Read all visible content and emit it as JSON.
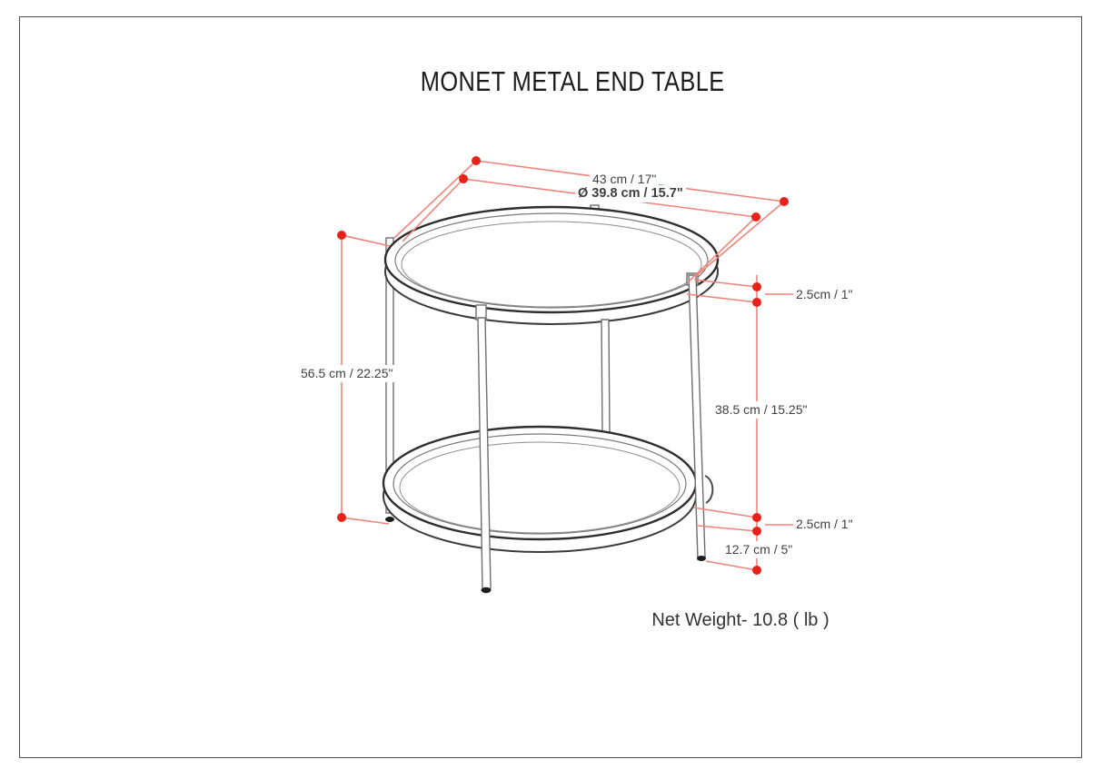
{
  "title": "MONET METAL END TABLE",
  "product": {
    "name": "Monet Metal End Table",
    "net_weight_label": "Net Weight- 10.8 ( lb )"
  },
  "dimensions": {
    "top_width": {
      "label": "43 cm / 17\"",
      "meaning": "overall top width"
    },
    "top_diameter": {
      "label": "Ø 39.8 cm / 15.7\"",
      "meaning": "tray inner diameter"
    },
    "top_thickness": {
      "label": "2.5cm / 1\"",
      "meaning": "table top rim thickness"
    },
    "overall_height": {
      "label": "56.5 cm / 22.25\"",
      "meaning": "overall height"
    },
    "tier_gap": {
      "label": "38.5 cm / 15.25\"",
      "meaning": "distance between top and shelf"
    },
    "shelf_thickness": {
      "label": "2.5cm / 1\"",
      "meaning": "lower shelf rim thickness"
    },
    "ground_clearance": {
      "label": "12.7 cm / 5\"",
      "meaning": "shelf to floor clearance"
    }
  },
  "colors": {
    "dim_line": "#f0837a",
    "dim_dot": "#e6221b",
    "outline": "#2e2e2e",
    "label_text": "#3f3f3f"
  }
}
